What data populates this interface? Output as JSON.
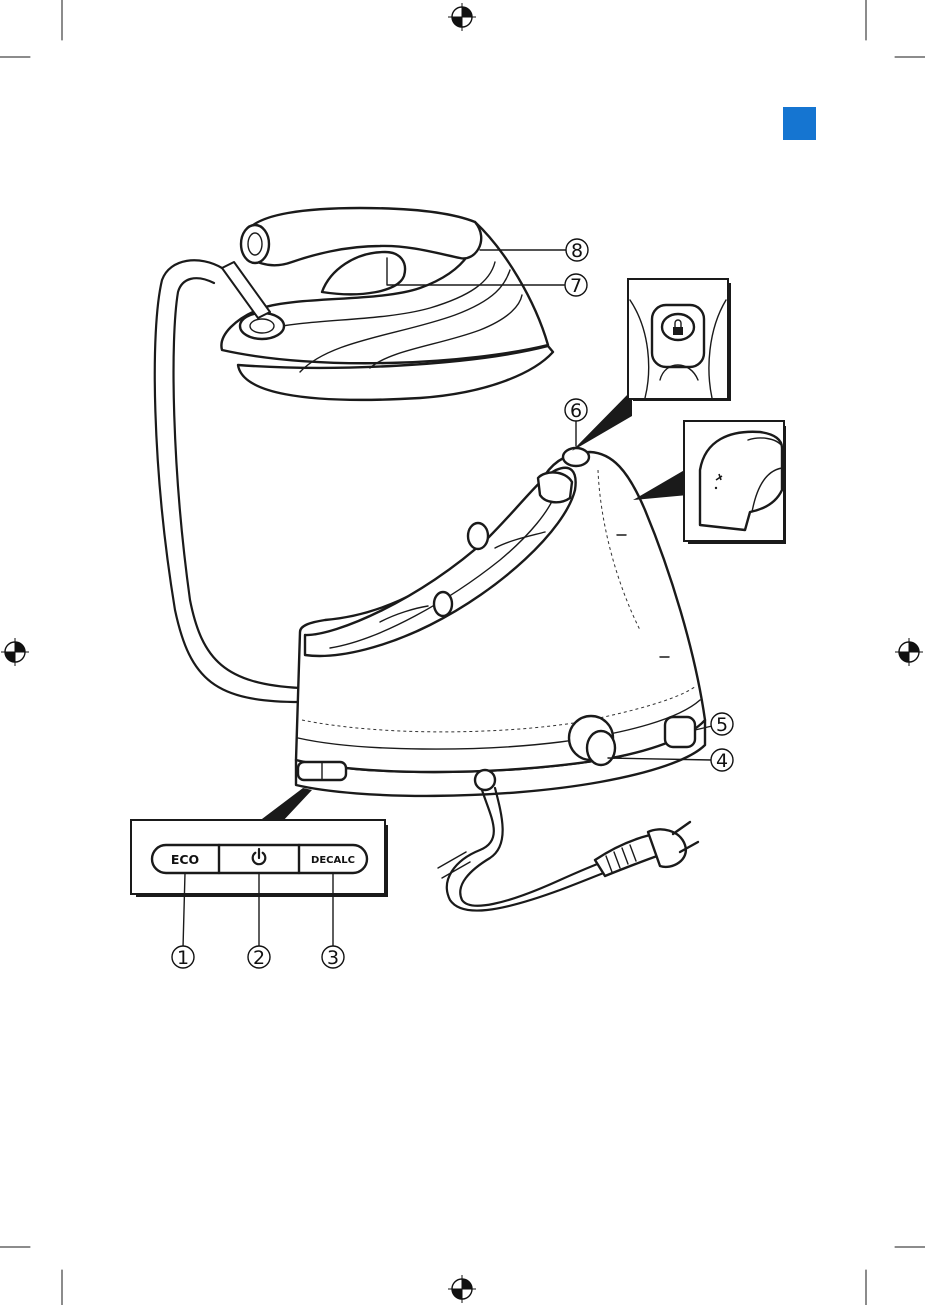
{
  "colors": {
    "language_tab": "#1575d1",
    "ink": "#1a1a1a"
  },
  "control_panel": {
    "eco_label": "ECO",
    "power_icon": "power-icon",
    "decalc_label": "DECALC"
  },
  "callouts": [
    "1",
    "2",
    "3",
    "4",
    "5",
    "6",
    "7",
    "8"
  ],
  "icons": {
    "registration_mark": "registration-crosshair-icon",
    "lock_symbol": "lock-icon",
    "steam_symbol": "steam-icon"
  }
}
